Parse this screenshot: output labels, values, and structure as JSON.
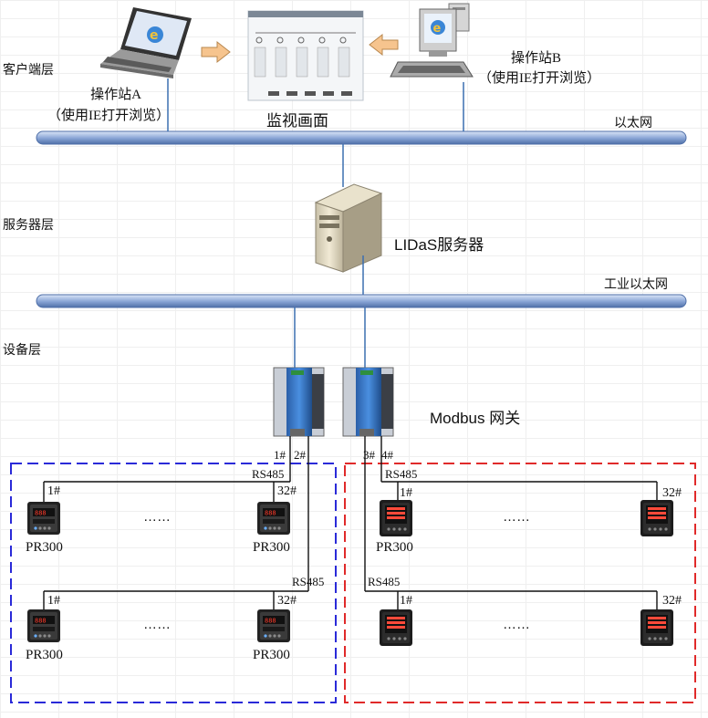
{
  "layers": {
    "client": "客户端层",
    "server": "服务器层",
    "device": "设备层"
  },
  "client": {
    "station_a": {
      "name": "操作站A",
      "note": "（使用IE打开浏览）"
    },
    "station_b": {
      "name": "操作站B",
      "note": "（使用IE打开浏览）"
    },
    "monitor_caption": "监视画面"
  },
  "networks": {
    "ethernet": "以太网",
    "industrial_ethernet": "工业以太网"
  },
  "server": {
    "label": "LIDaS服务器"
  },
  "gateway": {
    "label": "Modbus 网关"
  },
  "ports": [
    "1#",
    "2#",
    "3#",
    "4#"
  ],
  "bus_label": "RS485",
  "device_label": "PR300",
  "first_index": "1#",
  "last_index": "32#",
  "ellipsis": "……",
  "colors": {
    "network_pipe": "#8ea9d8",
    "group_left": "#2a2ad8",
    "group_right": "#e02a2a",
    "wire": "#3a6fb0"
  }
}
